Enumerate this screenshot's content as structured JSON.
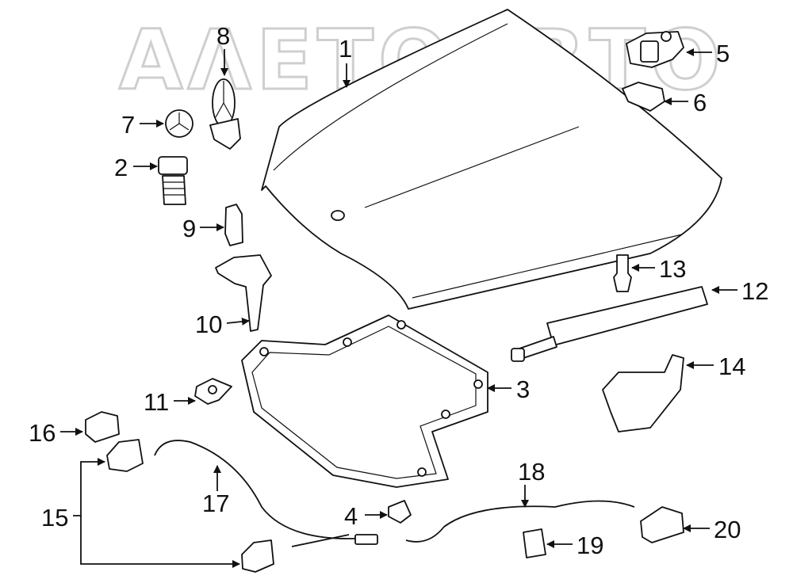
{
  "watermark": "ΑΛΕΤΟΑΒΤΟ",
  "callouts": {
    "c1": "1",
    "c2": "2",
    "c3": "3",
    "c4": "4",
    "c5": "5",
    "c6": "6",
    "c7": "7",
    "c8": "8",
    "c9": "9",
    "c10": "10",
    "c11": "11",
    "c12": "12",
    "c13": "13",
    "c14": "14",
    "c15": "15",
    "c16": "16",
    "c17": "17",
    "c18": "18",
    "c19": "19",
    "c20": "20"
  },
  "colors": {
    "line": "#111111",
    "watermark": "#cfcfcf",
    "background": "#ffffff"
  }
}
